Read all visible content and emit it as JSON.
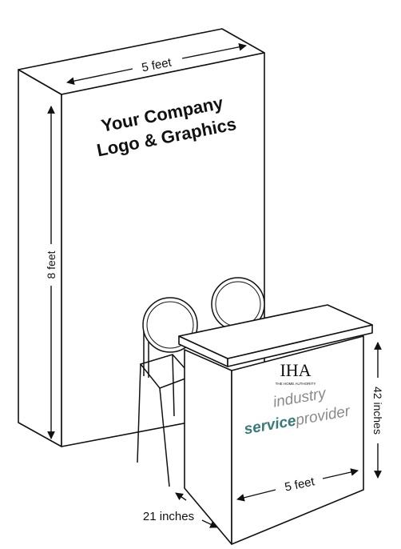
{
  "backwall": {
    "width_label": "5 feet",
    "height_label": "8 feet",
    "graphic_line1": "Your Company",
    "graphic_line2": "Logo & Graphics"
  },
  "counter": {
    "height_label": "42 inches",
    "width_label": "5 feet",
    "depth_label": "21 inches",
    "logo_mark": "IHA",
    "logo_tagline": "THE HOME AUTHORITY",
    "brand_word1": "industry",
    "brand_word2a": "service",
    "brand_word2b": "provider"
  },
  "colors": {
    "line": "#111111",
    "service": "#3a7a78",
    "industry_gray": "#8a8a8a"
  }
}
